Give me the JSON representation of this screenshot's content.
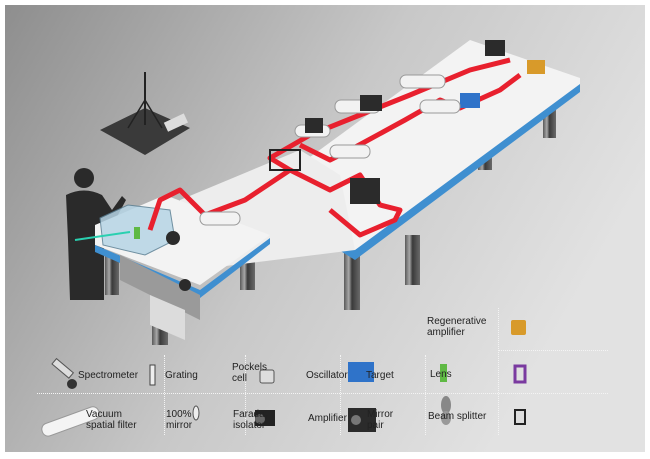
{
  "legend": {
    "items": [
      {
        "id": "spectrometer",
        "label": "Spectrometer"
      },
      {
        "id": "grating",
        "label": "Grating"
      },
      {
        "id": "pockels",
        "label": "Pockels\ncell"
      },
      {
        "id": "oscillator",
        "label": "Oscillator"
      },
      {
        "id": "target",
        "label": "Target"
      },
      {
        "id": "lens",
        "label": "Lens"
      },
      {
        "id": "vsf",
        "label": "Vacuum\nspatial filter"
      },
      {
        "id": "mirror",
        "label": "100%\nmirror"
      },
      {
        "id": "faraday",
        "label": "Faraday\nisolator"
      },
      {
        "id": "amplifier",
        "label": "Amplifier"
      },
      {
        "id": "mirrorpair",
        "label": "Mirror\npair"
      },
      {
        "id": "beamsplitter",
        "label": "Beam splitter"
      },
      {
        "id": "regen",
        "label": "Regenerative\namplifier"
      }
    ]
  },
  "colors": {
    "beam": "#e8202e",
    "table_top": "#f2f2f2",
    "table_edge": "#3f8fd0",
    "oscillator": "#2f73c9",
    "target": "#5fb944",
    "lens": "#7a3aa0",
    "regen": "#d89a2a",
    "background": "#bdbdbd"
  }
}
